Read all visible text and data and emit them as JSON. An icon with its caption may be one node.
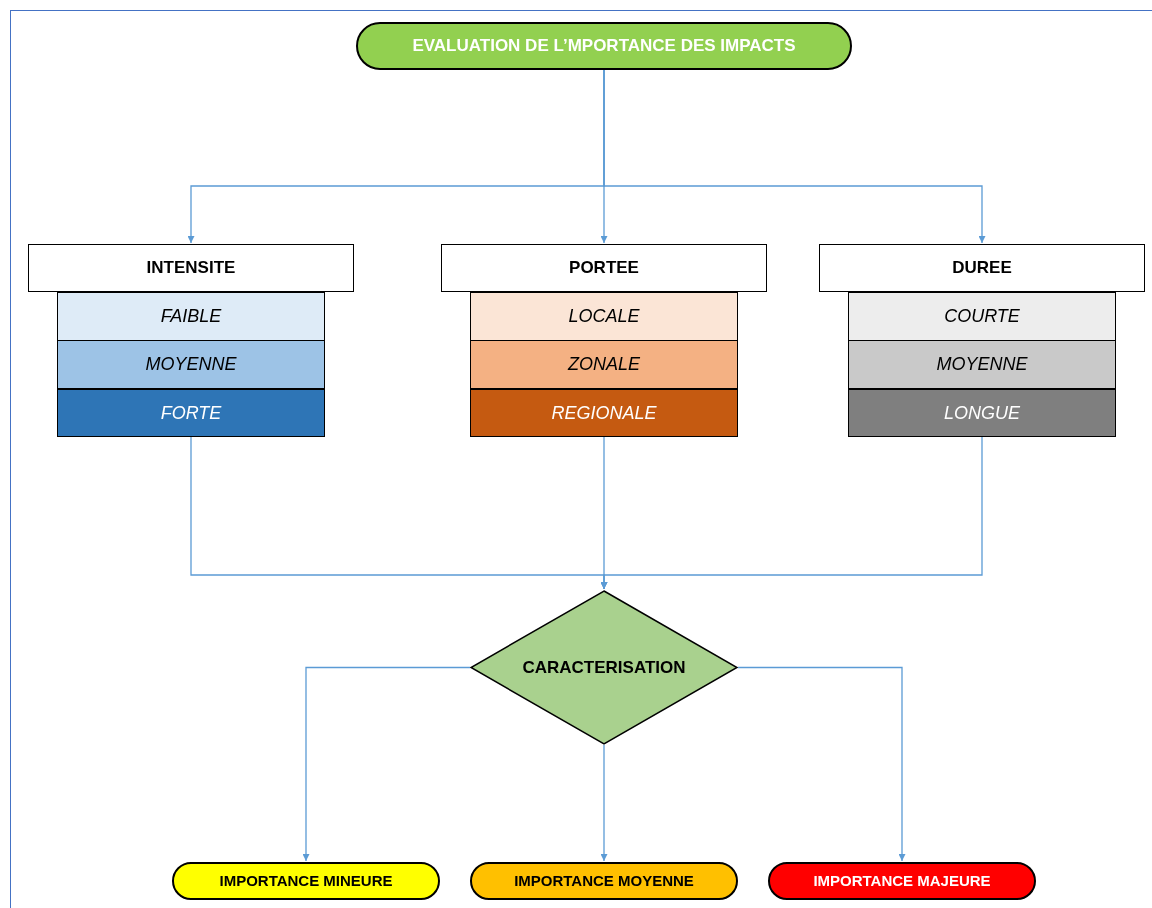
{
  "diagram": {
    "nodes": [
      {
        "text": [
          "EVALUATION DE L’MPORTANCE DES IMPACTS"
        ]
      },
      {
        "text": [
          "INTENSITE"
        ]
      },
      {
        "text": [
          "FAIBLE"
        ]
      },
      {
        "text": [
          "MOYENNE"
        ]
      },
      {
        "text": [
          "FORTE"
        ]
      },
      {
        "text": [
          "PORTEE"
        ]
      },
      {
        "text": [
          "LOCALE"
        ]
      },
      {
        "text": [
          "ZONALE"
        ]
      },
      {
        "text": [
          "REGIONALE"
        ]
      },
      {
        "text": [
          "DUREE"
        ]
      },
      {
        "text": [
          "COURTE"
        ]
      },
      {
        "text": [
          "MOYENNE"
        ]
      },
      {
        "text": [
          "LONGUE"
        ]
      },
      {
        "text": [
          "CARACTERISATION"
        ]
      },
      {
        "text": [
          "IMPORTANCE MINEURE"
        ]
      },
      {
        "text": [
          "IMPORTANCE MOYENNE"
        ]
      },
      {
        "text": [
          "IMPORTANCE MAJEURE"
        ]
      }
    ],
    "edges": [
      {
        "from": 0,
        "to": 1,
        "arrow": "to"
      },
      {
        "from": 0,
        "to": 5,
        "arrow": "to"
      },
      {
        "from": 0,
        "to": 9,
        "arrow": "to"
      },
      {
        "from": 4,
        "to": 13,
        "arrow": "to"
      },
      {
        "from": 8,
        "to": 13,
        "arrow": "to"
      },
      {
        "from": 12,
        "to": 13,
        "arrow": "to"
      },
      {
        "from": 13,
        "to": 14,
        "arrow": "to"
      },
      {
        "from": 13,
        "to": 15,
        "arrow": "to"
      },
      {
        "from": 13,
        "to": 16,
        "arrow": "to"
      }
    ]
  }
}
